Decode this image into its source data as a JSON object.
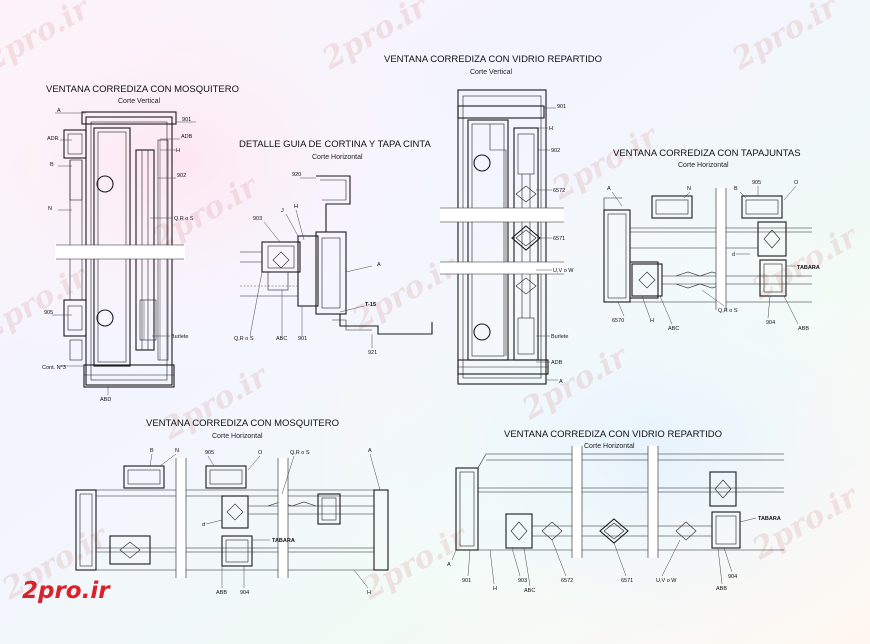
{
  "watermark": "2pro.ir",
  "logo": "2pro.ir",
  "d1": {
    "title": "VENTANA CORREDIZA CON MOSQUITERO",
    "subtitle": "Corte Vertical",
    "labels": [
      "A",
      "ADR",
      "B",
      "N",
      "901",
      "ADB",
      "H",
      "902",
      "Q,R o S",
      "905",
      "Burlete",
      "Cont. N°3",
      "ABD"
    ]
  },
  "d2": {
    "title": "DETALLE GUIA DE CORTINA Y TAPA CINTA",
    "subtitle": "Corte Horizontal",
    "labels": [
      "920",
      "903",
      "J",
      "H",
      "A",
      "Q,R o S",
      "ABC",
      "901",
      "T-15",
      "921"
    ]
  },
  "d3": {
    "title": "VENTANA CORREDIZA CON VIDRIO REPARTIDO",
    "subtitle": "Corte Vertical",
    "labels": [
      "901",
      "H",
      "902",
      "6572",
      "6571",
      "U,V o W",
      "Burlete",
      "ADB",
      "A"
    ]
  },
  "d4": {
    "title": "VENTANA CORREDIZA CON TAPAJUNTAS",
    "subtitle": "Corte Horizontal",
    "labels": [
      "A",
      "N",
      "B",
      "905",
      "O",
      "d",
      "TABARA",
      "6570",
      "H",
      "ABC",
      "Q,R o S",
      "904",
      "ABB"
    ]
  },
  "d5": {
    "title": "VENTANA CORREDIZA CON MOSQUITERO",
    "subtitle": "Corte Horizontal",
    "labels": [
      "B",
      "N",
      "905",
      "O",
      "Q,R o S",
      "A",
      "d",
      "TABARA",
      "ABB",
      "904",
      "H"
    ]
  },
  "d6": {
    "title": "VENTANA CORREDIZA CON VIDRIO REPARTIDO",
    "subtitle": "Corte Horizontal",
    "labels": [
      "TABARA",
      "A",
      "901",
      "H",
      "903",
      "ABC",
      "6572",
      "6571",
      "U,V o W",
      "904",
      "ABB"
    ]
  }
}
